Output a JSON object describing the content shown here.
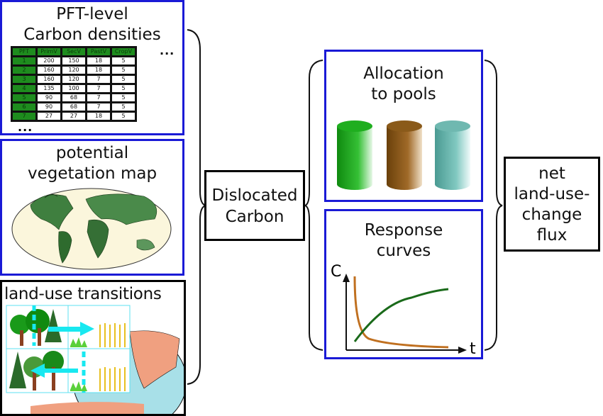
{
  "boxes": {
    "pft": {
      "title_line1": "PFT-level",
      "title_line2": "Carbon densities"
    },
    "vegmap": {
      "title_line1": "potential",
      "title_line2": "vegetation map"
    },
    "luc": {
      "title": "land-use transitions"
    },
    "dislocated": {
      "line1": "Dislocated",
      "line2": "Carbon"
    },
    "allocation": {
      "line1": "Allocation",
      "line2": "to pools"
    },
    "response": {
      "line1": "Response",
      "line2": "curves",
      "y_axis": "C",
      "x_axis": "t"
    },
    "flux": {
      "line1": "net",
      "line2": "land-use-",
      "line3": "change",
      "line4": "flux"
    }
  },
  "table": {
    "headers": [
      "PFT",
      "PrimV",
      "SecV",
      "PastV",
      "CropV"
    ],
    "rows": [
      [
        "1",
        "200",
        "150",
        "18",
        "5"
      ],
      [
        "2",
        "160",
        "120",
        "18",
        "5"
      ],
      [
        "3",
        "160",
        "120",
        "7",
        "5"
      ],
      [
        "4",
        "135",
        "100",
        "7",
        "5"
      ],
      [
        "5",
        "90",
        "68",
        "7",
        "5"
      ],
      [
        "6",
        "90",
        "68",
        "7",
        "5"
      ],
      [
        "7",
        "27",
        "27",
        "18",
        "5"
      ]
    ],
    "ellipsis": "..."
  },
  "colors": {
    "blue_border": "#1a1ad6",
    "pool1": "#1f9e1f",
    "pool2": "#8a5a1a",
    "pool3": "#6fb8b0",
    "curve_decay": "#c07020",
    "curve_growth": "#1a6a1a"
  }
}
